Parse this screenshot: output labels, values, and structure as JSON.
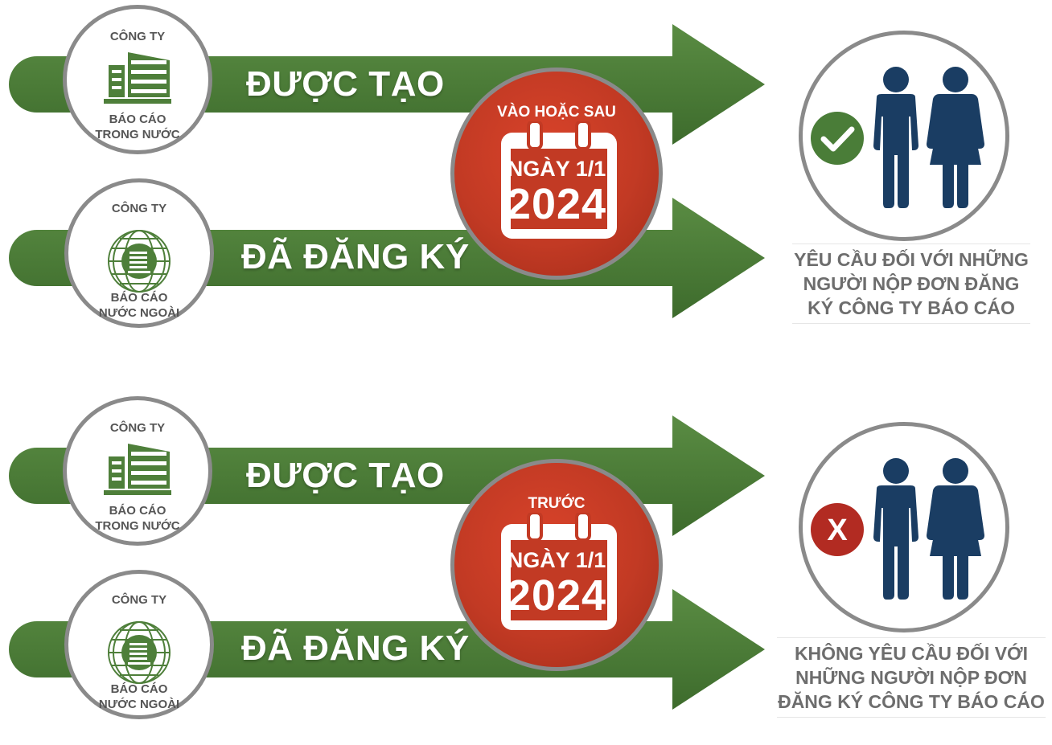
{
  "colors": {
    "arrow_green": "#4e7f3a",
    "arrow_green_dark": "#3c6a2c",
    "seal_red": "#c23a24",
    "people_blue": "#1a3d63",
    "check_green": "#4a7d38",
    "cross_red": "#b22b22",
    "badge_border": "#8a8a8a",
    "text_gray": "#6d6d6d"
  },
  "sections": [
    {
      "domestic": {
        "company_label": "CÔNG TY",
        "report_label_1": "BÁO CÁO",
        "report_label_2": "TRONG NƯỚC",
        "icon": "building-icon"
      },
      "foreign": {
        "company_label": "CÔNG TY",
        "report_label_1": "BÁO CÁO",
        "report_label_2": "NƯỚC NGOÀI",
        "icon": "globe-building-icon"
      },
      "arrow_top_label": "ĐƯỢC TẠO",
      "arrow_bottom_label": "ĐÃ ĐĂNG KÝ",
      "seal": {
        "caption": "VÀO HOẶC SAU",
        "day": "NGÀY 1/1",
        "year": "2024"
      },
      "status_icon": "check-icon",
      "result_lines": [
        "YÊU CẦU ĐỐI VỚI NHỮNG",
        "NGƯỜI NỘP ĐƠN ĐĂNG",
        "KÝ CÔNG TY BÁO CÁO"
      ]
    },
    {
      "domestic": {
        "company_label": "CÔNG TY",
        "report_label_1": "BÁO CÁO",
        "report_label_2": "TRONG NƯỚC",
        "icon": "building-icon"
      },
      "foreign": {
        "company_label": "CÔNG TY",
        "report_label_1": "BÁO CÁO",
        "report_label_2": "NƯỚC NGOÀI",
        "icon": "globe-building-icon"
      },
      "arrow_top_label": "ĐƯỢC TẠO",
      "arrow_bottom_label": "ĐÃ ĐĂNG KÝ",
      "seal": {
        "caption": "TRƯỚC",
        "day": "NGÀY 1/1",
        "year": "2024"
      },
      "status_icon": "cross-icon",
      "status_letter": "X",
      "result_lines": [
        "KHÔNG YÊU CẦU ĐỐI VỚI",
        "NHỮNG NGƯỜI NỘP ĐƠN",
        "ĐĂNG KÝ CÔNG TY BÁO CÁO"
      ]
    }
  ]
}
